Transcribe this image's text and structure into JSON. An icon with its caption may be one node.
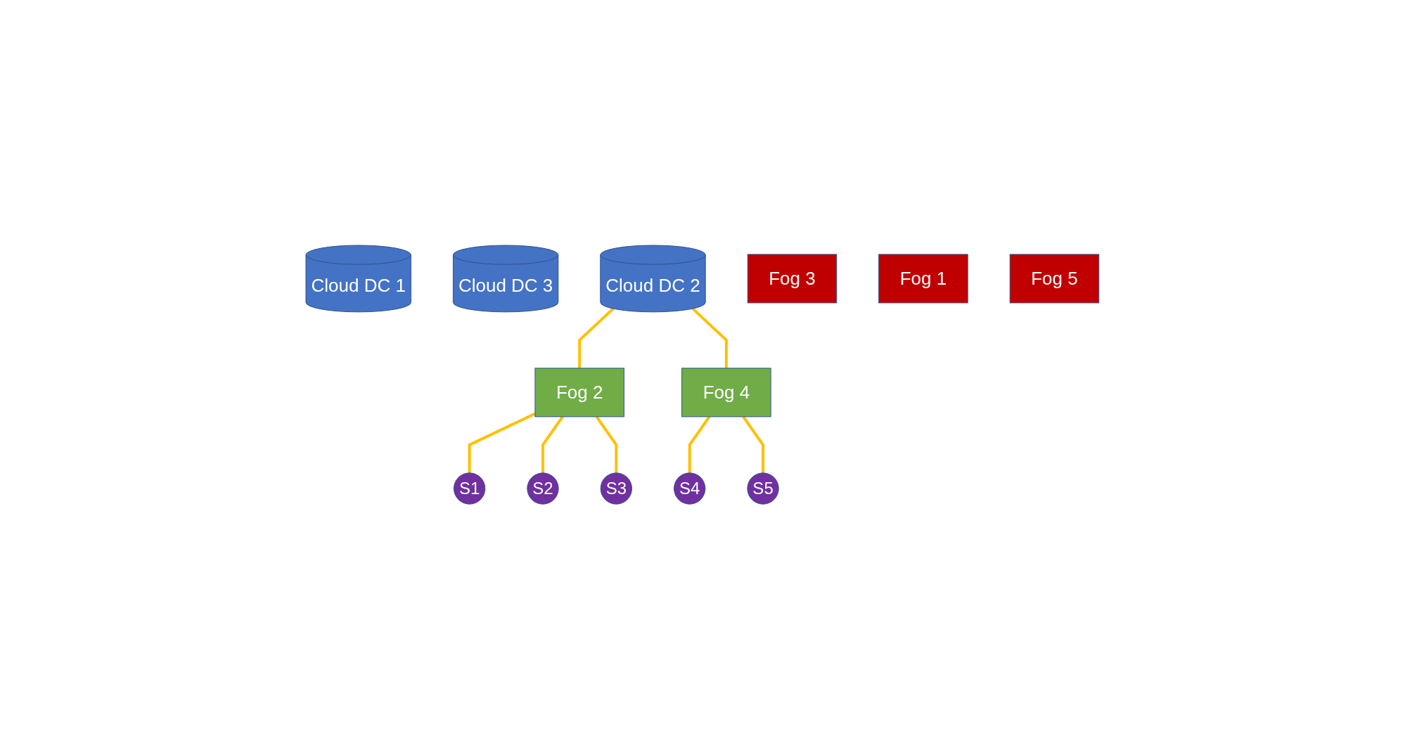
{
  "diagram": {
    "nodes": [
      {
        "text": [
          "Cloud DC 1"
        ]
      },
      {
        "text": [
          "Cloud DC 3"
        ]
      },
      {
        "text": [
          "Cloud DC 2"
        ]
      },
      {
        "text": [
          "Fog 3"
        ]
      },
      {
        "text": [
          "Fog 1"
        ]
      },
      {
        "text": [
          "Fog 5"
        ]
      },
      {
        "text": [
          "Fog 2"
        ]
      },
      {
        "text": [
          "Fog 4"
        ]
      },
      {
        "text": [
          "S3"
        ]
      },
      {
        "text": [
          "S1"
        ]
      },
      {
        "text": [
          "S2"
        ]
      },
      {
        "text": [
          "S5"
        ]
      },
      {
        "text": [
          "S4"
        ]
      }
    ],
    "edges": [
      {
        "from": 2,
        "to": 6,
        "arrow": "none"
      },
      {
        "from": 2,
        "to": 7,
        "arrow": "none"
      },
      {
        "from": 6,
        "to": 9,
        "arrow": "none"
      },
      {
        "from": 6,
        "to": 10,
        "arrow": "none"
      },
      {
        "from": 6,
        "to": 8,
        "arrow": "none"
      },
      {
        "from": 7,
        "to": 12,
        "arrow": "none"
      },
      {
        "from": 7,
        "to": 11,
        "arrow": "none"
      }
    ]
  }
}
